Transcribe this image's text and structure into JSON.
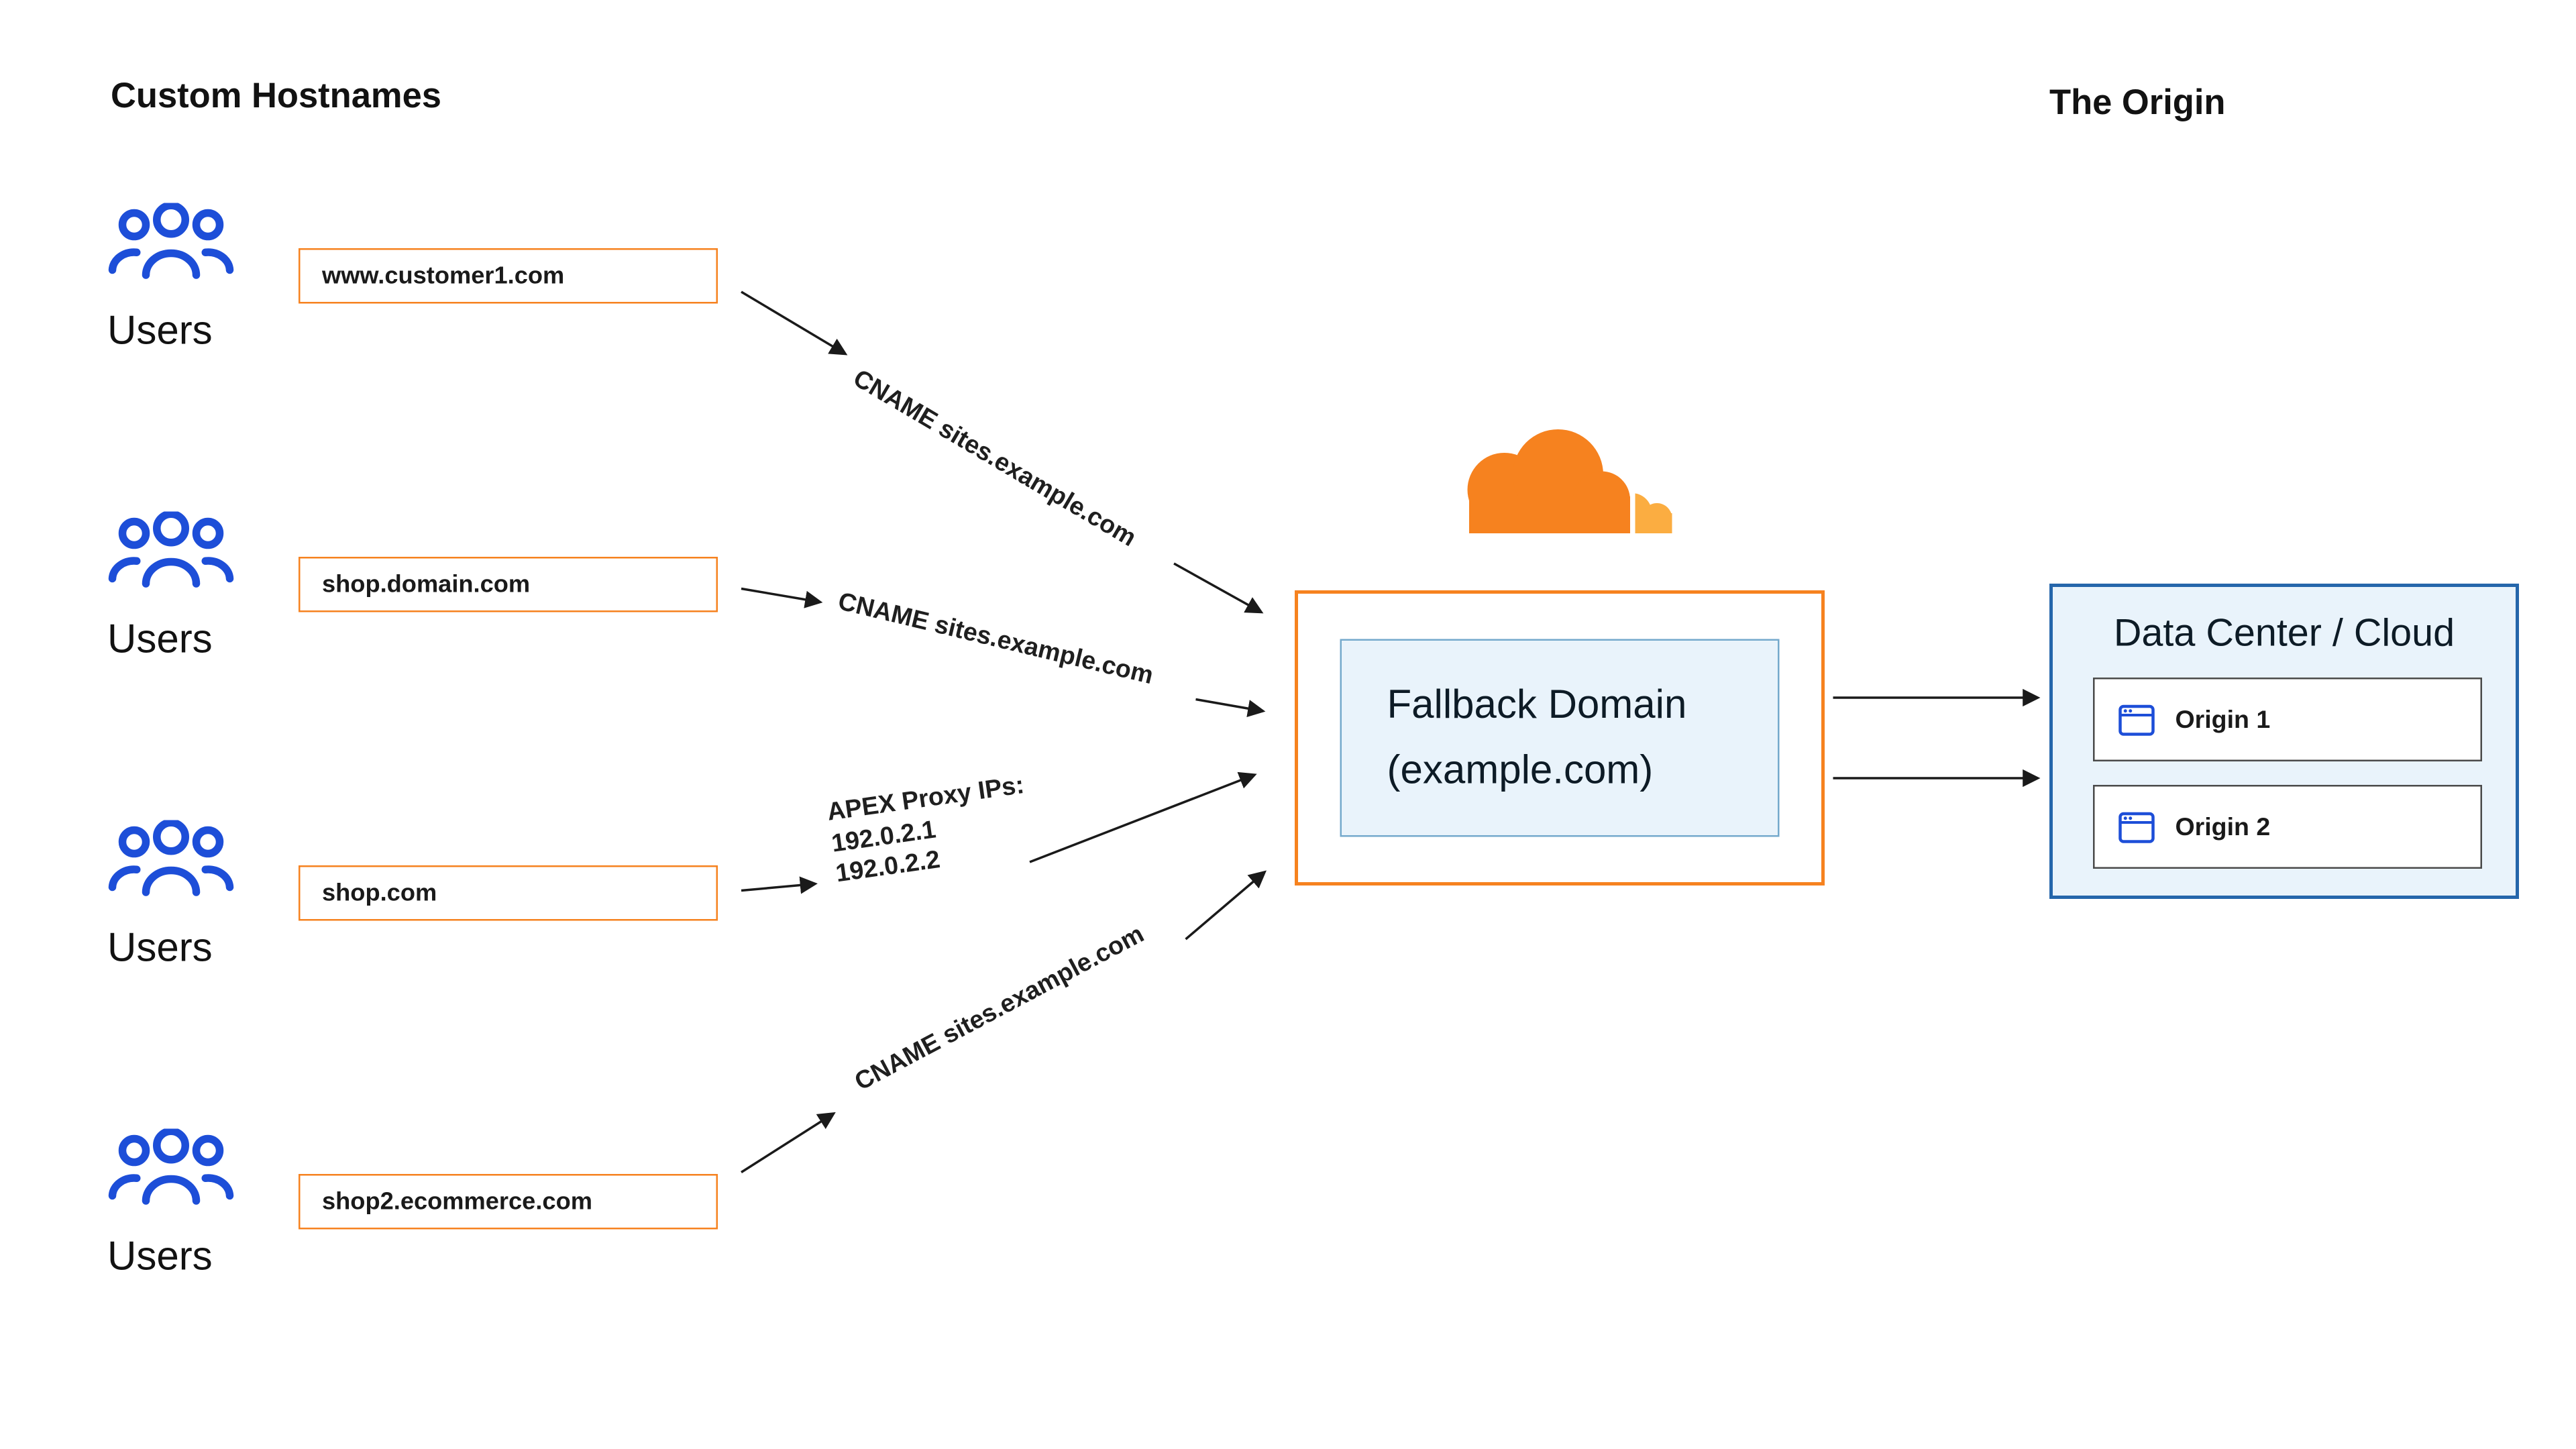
{
  "titles": {
    "custom_hostnames": "Custom Hostnames",
    "the_origin": "The Origin"
  },
  "rows": [
    {
      "users_label": "Users",
      "hostname": "www.customer1.com"
    },
    {
      "users_label": "Users",
      "hostname": "shop.domain.com"
    },
    {
      "users_label": "Users",
      "hostname": "shop.com"
    },
    {
      "users_label": "Users",
      "hostname": "shop2.ecommerce.com"
    }
  ],
  "connections": [
    {
      "label": "CNAME sites.example.com"
    },
    {
      "label": "CNAME sites.example.com"
    },
    {
      "lines": [
        "APEX Proxy IPs:",
        "192.0.2.1",
        "192.0.2.2"
      ]
    },
    {
      "label": "CNAME sites.example.com"
    }
  ],
  "fallback": {
    "line1": "Fallback Domain",
    "line2": "(example.com)"
  },
  "origin_panel": {
    "title": "Data Center / Cloud",
    "origins": [
      {
        "label": "Origin 1"
      },
      {
        "label": "Origin 2"
      }
    ]
  },
  "colors": {
    "cloudflare_orange": "#F6821F",
    "cloudflare_light_orange": "#FBAD41",
    "users_blue": "#1D4ED8",
    "panel_fill": "#E9F3FB",
    "panel_border": "#2566AB",
    "inner_border": "#74A9CC",
    "arrow": "#1A1A1A"
  }
}
